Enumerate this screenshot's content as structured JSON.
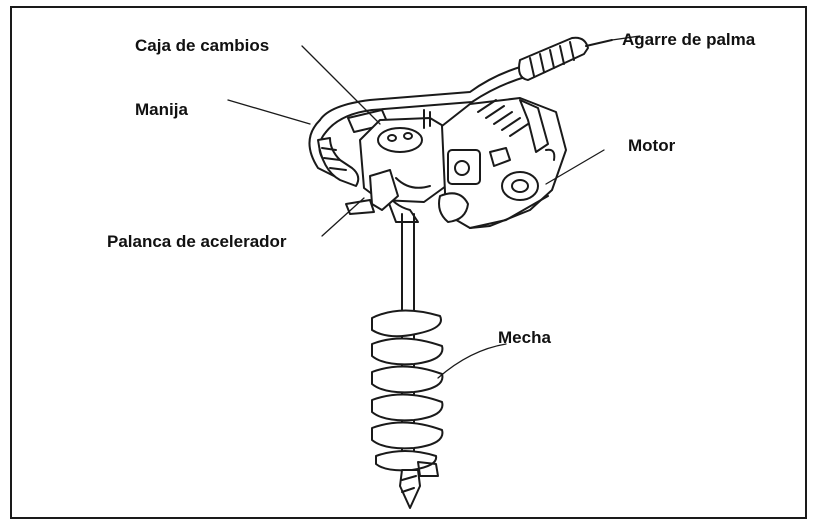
{
  "labels": {
    "gearbox": "Caja de cambios",
    "handle": "Manija",
    "palm_grip": "Agarre de palma",
    "motor": "Motor",
    "throttle": "Palanca de acelerador",
    "auger": "Mecha"
  },
  "colors": {
    "line": "#1a1a1a",
    "background": "#ffffff"
  }
}
